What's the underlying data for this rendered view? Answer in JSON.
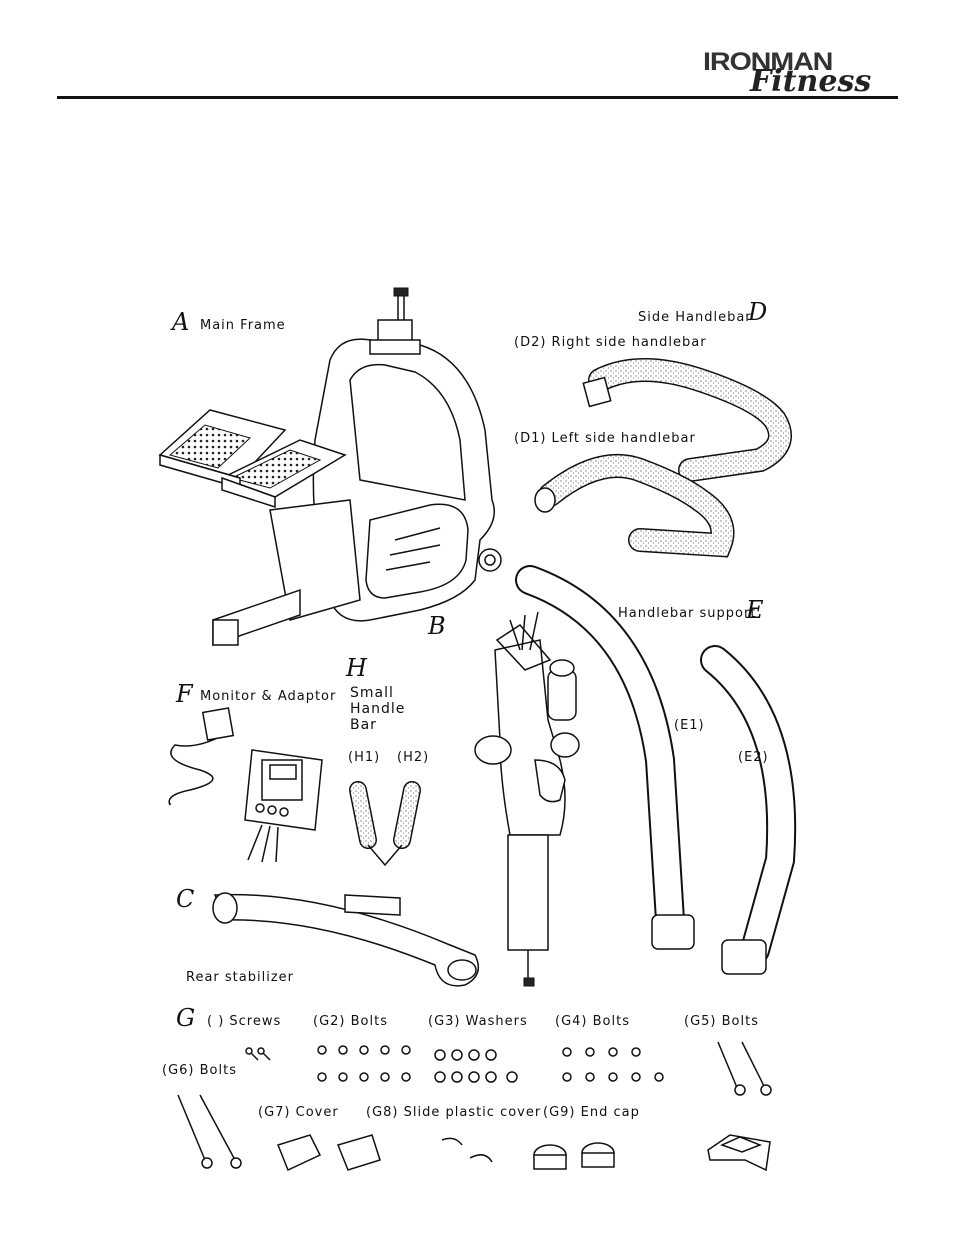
{
  "brand": {
    "line1": "IRONMAN",
    "line2": "Fitness"
  },
  "parts": {
    "A": {
      "letter": "A",
      "name": "Main Frame"
    },
    "B": {
      "letter": "B"
    },
    "C": {
      "letter": "C",
      "name": "Rear stabilizer"
    },
    "D": {
      "letter": "D",
      "name": "Side Handlebar",
      "d2": "(D2) Right side handlebar",
      "d1": "(D1) Left side handlebar"
    },
    "E": {
      "letter": "E",
      "name": "Handlebar support",
      "e1": "(E1)",
      "e2": "(E2)"
    },
    "F": {
      "letter": "F",
      "name": "Monitor & Adaptor"
    },
    "H": {
      "letter": "H",
      "name_line1": "Small",
      "name_line2": "Handle",
      "name_line3": "Bar",
      "h1": "(H1)",
      "h2": "(H2)"
    },
    "G": {
      "letter": "G",
      "g1": "(  ) Screws",
      "g2": "(G2) Bolts",
      "g3": "(G3) Washers",
      "g4": "(G4) Bolts",
      "g5": "(G5) Bolts",
      "g6": "(G6) Bolts",
      "g7": "(G7) Cover",
      "g8": "(G8) Slide plastic cover",
      "g9": "(G9) End cap"
    }
  }
}
